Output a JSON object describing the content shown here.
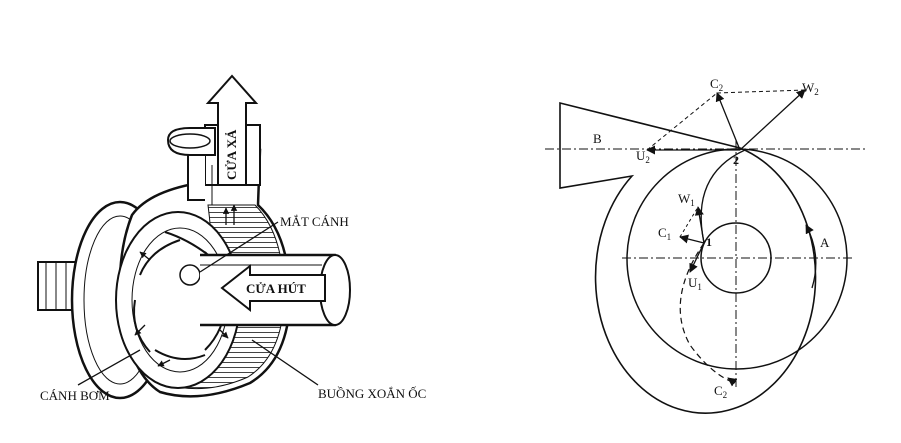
{
  "pump": {
    "discharge": "CỬA XẢ",
    "suction": "CỬA HÚT",
    "vane_tip": "MẮT CÁNH",
    "impeller": "CÁNH BƠM",
    "volute": "BUỒNG XOẮN ỐC"
  },
  "velocity": {
    "point_1": "1",
    "point_2": "2",
    "label_A": "A",
    "label_B": "B",
    "c2_top": {
      "main": "C",
      "sub": "2"
    },
    "w2": {
      "main": "W",
      "sub": "2"
    },
    "u2": {
      "main": "U",
      "sub": "2"
    },
    "w1": {
      "main": "W",
      "sub": "1"
    },
    "c1": {
      "main": "C",
      "sub": "1"
    },
    "u1": {
      "main": "U",
      "sub": "1"
    },
    "c2_bottom": {
      "main": "C",
      "sub": "2"
    }
  },
  "colors": {
    "ink": "#111111",
    "hatch": "#444444",
    "background": "#ffffff"
  }
}
